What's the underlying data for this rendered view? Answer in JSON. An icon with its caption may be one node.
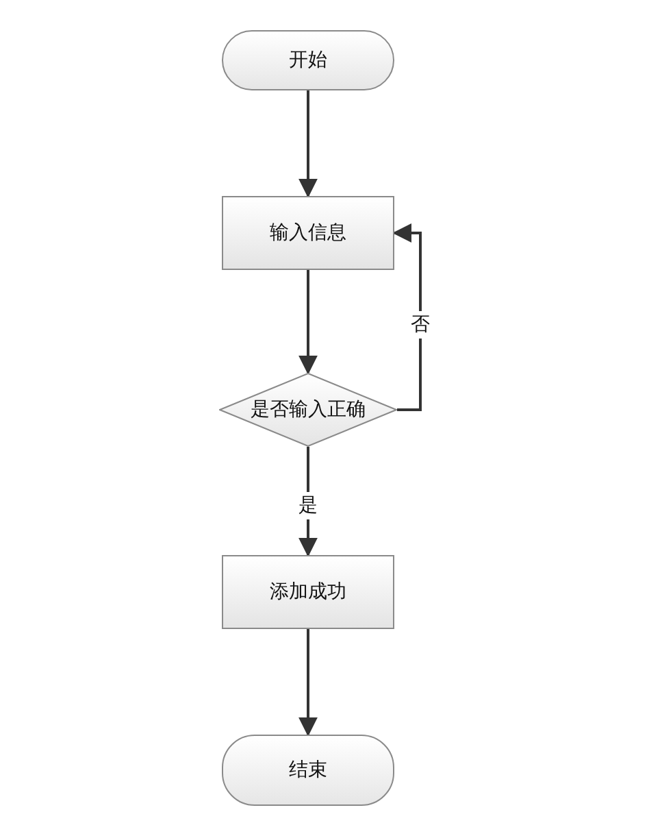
{
  "diagram": {
    "nodes": [
      {
        "text": [
          "开始"
        ]
      },
      {
        "text": [
          "输入信息"
        ]
      },
      {
        "text": [
          "是否输入正确"
        ]
      },
      {
        "text": [
          "添加成功"
        ]
      },
      {
        "text": [
          "结束"
        ]
      }
    ],
    "edges": [
      {
        "from": 0,
        "to": 1,
        "arrow": "to"
      },
      {
        "from": 1,
        "to": 2,
        "arrow": "to"
      },
      {
        "from": 2,
        "to": 1,
        "arrow": "to",
        "label": "否"
      },
      {
        "from": 2,
        "to": 3,
        "arrow": "to",
        "label": "是"
      },
      {
        "from": 3,
        "to": 4,
        "arrow": "to"
      }
    ]
  }
}
